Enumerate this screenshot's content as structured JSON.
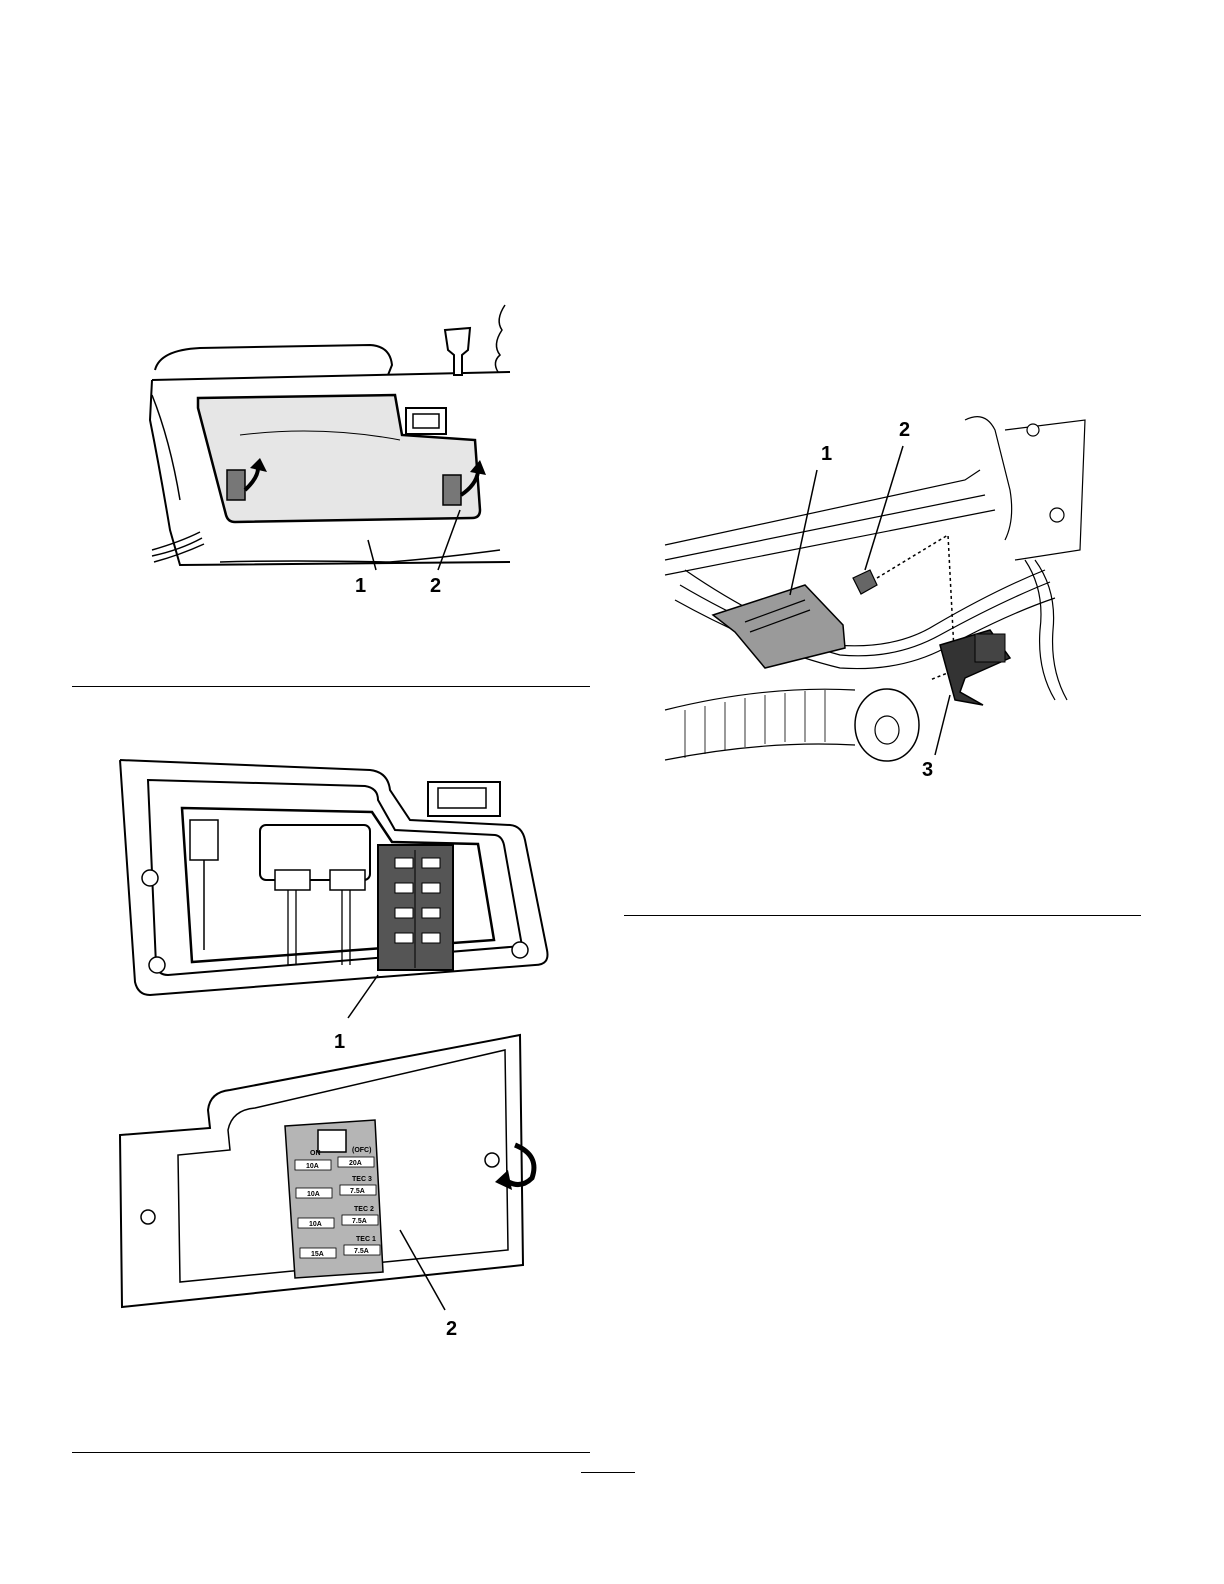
{
  "figure1": {
    "callouts": [
      "1",
      "2"
    ]
  },
  "figure2": {
    "callouts": [
      "1",
      "2"
    ],
    "decal": {
      "cells": [
        {
          "label": "ON",
          "value": "10A"
        },
        {
          "label": "(OFC)",
          "value": "20A"
        },
        {
          "label": "",
          "value": "10A"
        },
        {
          "label": "TEC 3",
          "value": "7.5A"
        },
        {
          "label": "",
          "value": "10A"
        },
        {
          "label": "TEC 2",
          "value": "7.5A"
        },
        {
          "label": "",
          "value": "15A"
        },
        {
          "label": "TEC 1",
          "value": "7.5A"
        }
      ]
    }
  },
  "figure3": {
    "callouts": [
      "1",
      "2",
      "3"
    ]
  }
}
